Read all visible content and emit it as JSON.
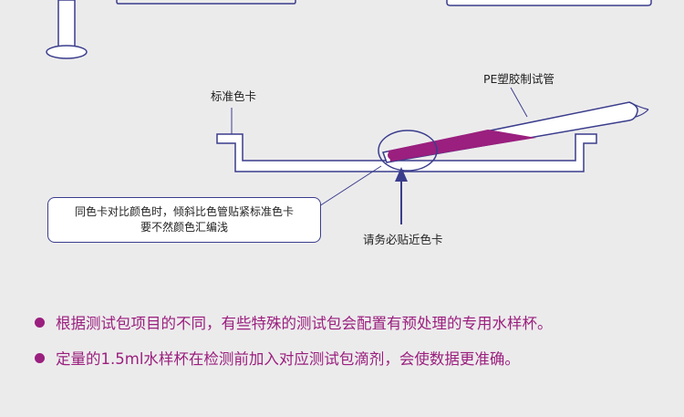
{
  "diagram": {
    "label_standard_card": "标准色卡",
    "label_pe_tube": "PE塑胶制试管",
    "label_must_touch": "请务必贴近色卡",
    "note_line1": "同色卡对比颜色时，倾斜比色管贴紧标准色卡",
    "note_line2": "要不然颜色汇编浅"
  },
  "bullets": [
    "根据测试包项目的不同，有些特殊的测试包会配置有预处理的专用水样杯。",
    "定量的1.5ml水样杯在检测前加入对应测试包滴剂，会使数据更准确。"
  ],
  "colors": {
    "accent": "#9a1f7e",
    "outline": "#3a3d8c",
    "background": "#ecebec"
  }
}
